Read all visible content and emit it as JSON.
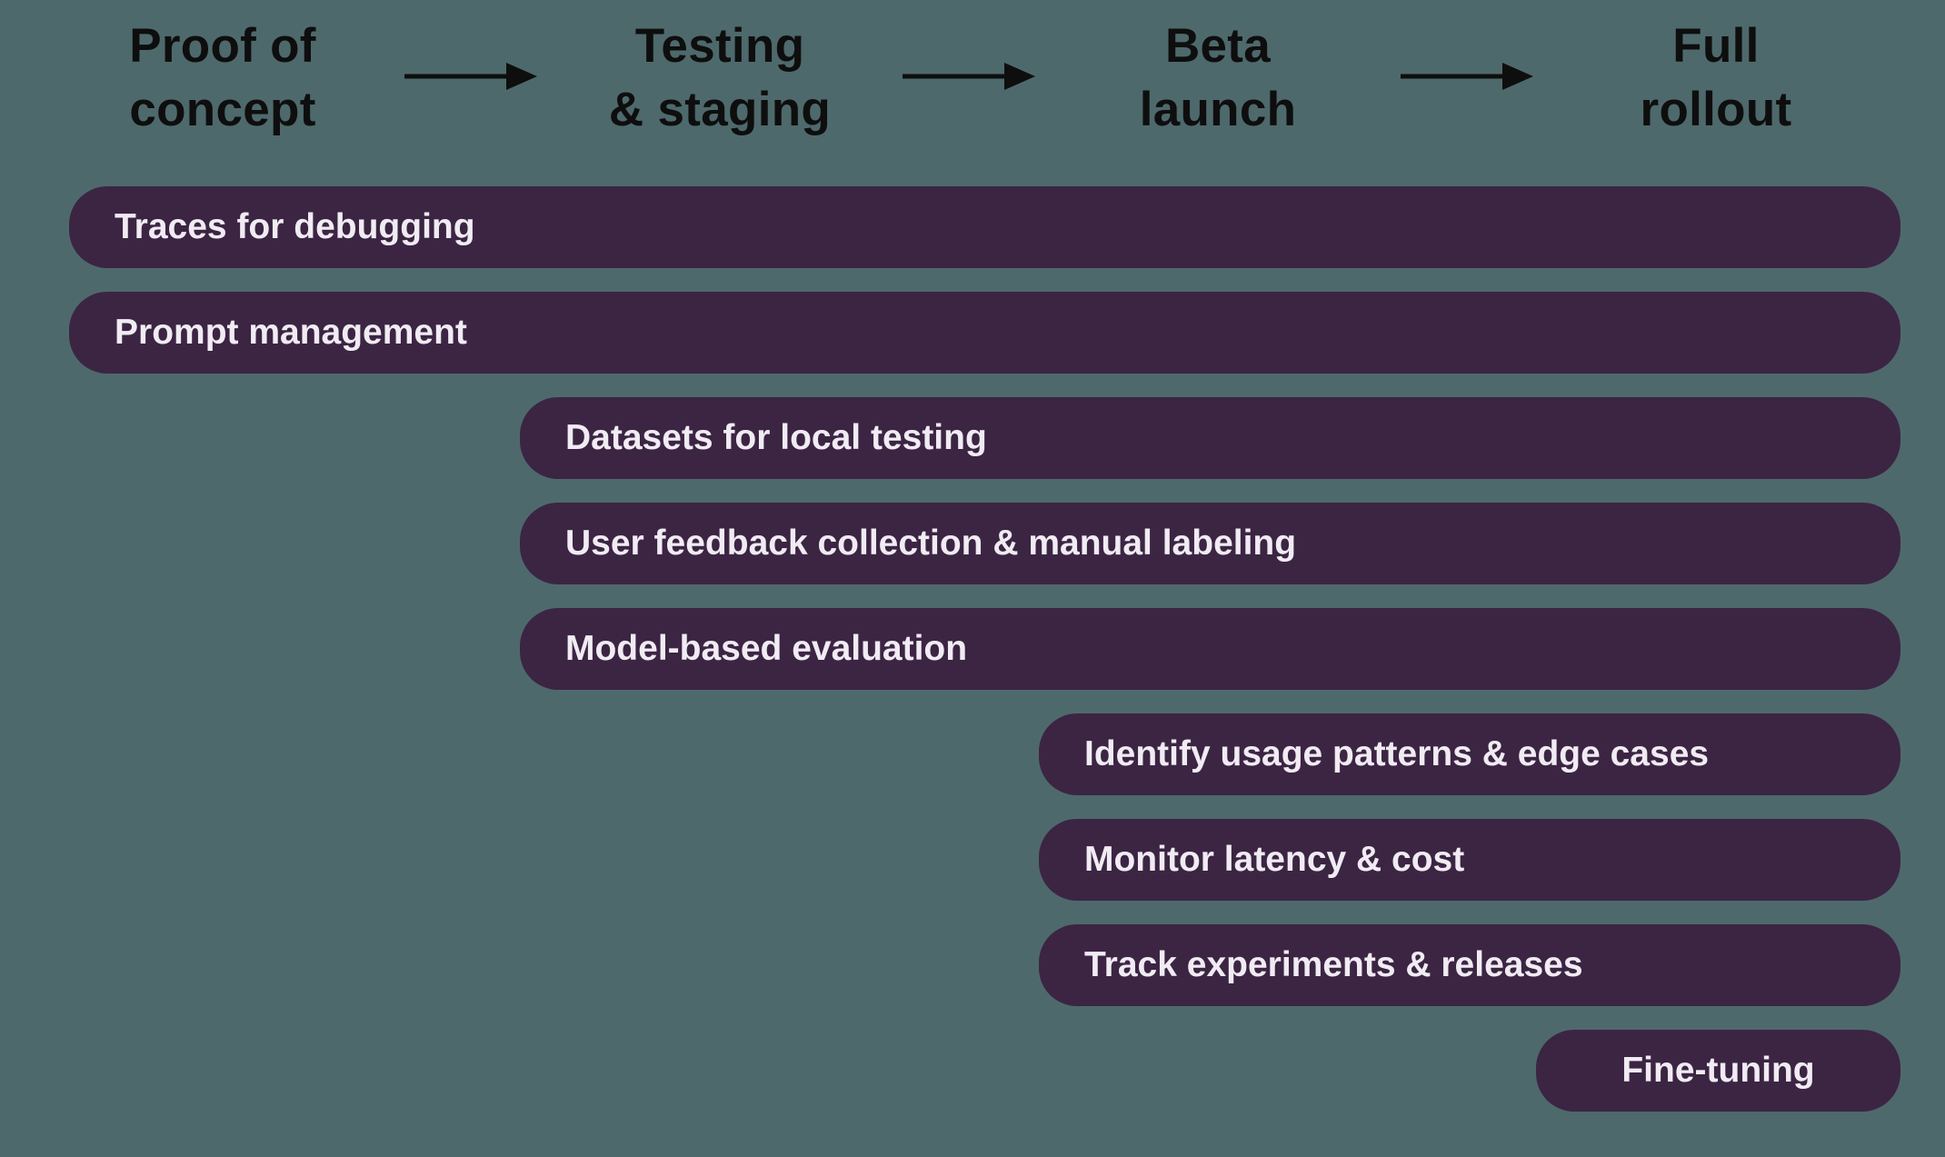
{
  "colors": {
    "background": "#4e696c",
    "bar": "#3b2543",
    "bar_text": "#f1ebf3",
    "header_text": "#0e0e0e",
    "arrow": "#0e0e0e"
  },
  "phases": [
    {
      "line1": "Proof of",
      "line2": "concept"
    },
    {
      "line1": "Testing",
      "line2": "& staging"
    },
    {
      "line1": "Beta",
      "line2": "launch"
    },
    {
      "line1": "Full",
      "line2": "rollout"
    }
  ],
  "bars": [
    {
      "label": "Traces for debugging",
      "starts_at_phase": "Proof of concept"
    },
    {
      "label": "Prompt management",
      "starts_at_phase": "Proof of concept"
    },
    {
      "label": "Datasets for local testing",
      "starts_at_phase": "Testing & staging"
    },
    {
      "label": "User feedback collection & manual labeling",
      "starts_at_phase": "Testing & staging"
    },
    {
      "label": "Model-based evaluation",
      "starts_at_phase": "Testing & staging"
    },
    {
      "label": "Identify usage patterns & edge cases",
      "starts_at_phase": "Beta launch"
    },
    {
      "label": "Monitor latency & cost",
      "starts_at_phase": "Beta launch"
    },
    {
      "label": "Track experiments & releases",
      "starts_at_phase": "Beta launch"
    },
    {
      "label": "Fine-tuning",
      "starts_at_phase": "Full rollout"
    }
  ]
}
